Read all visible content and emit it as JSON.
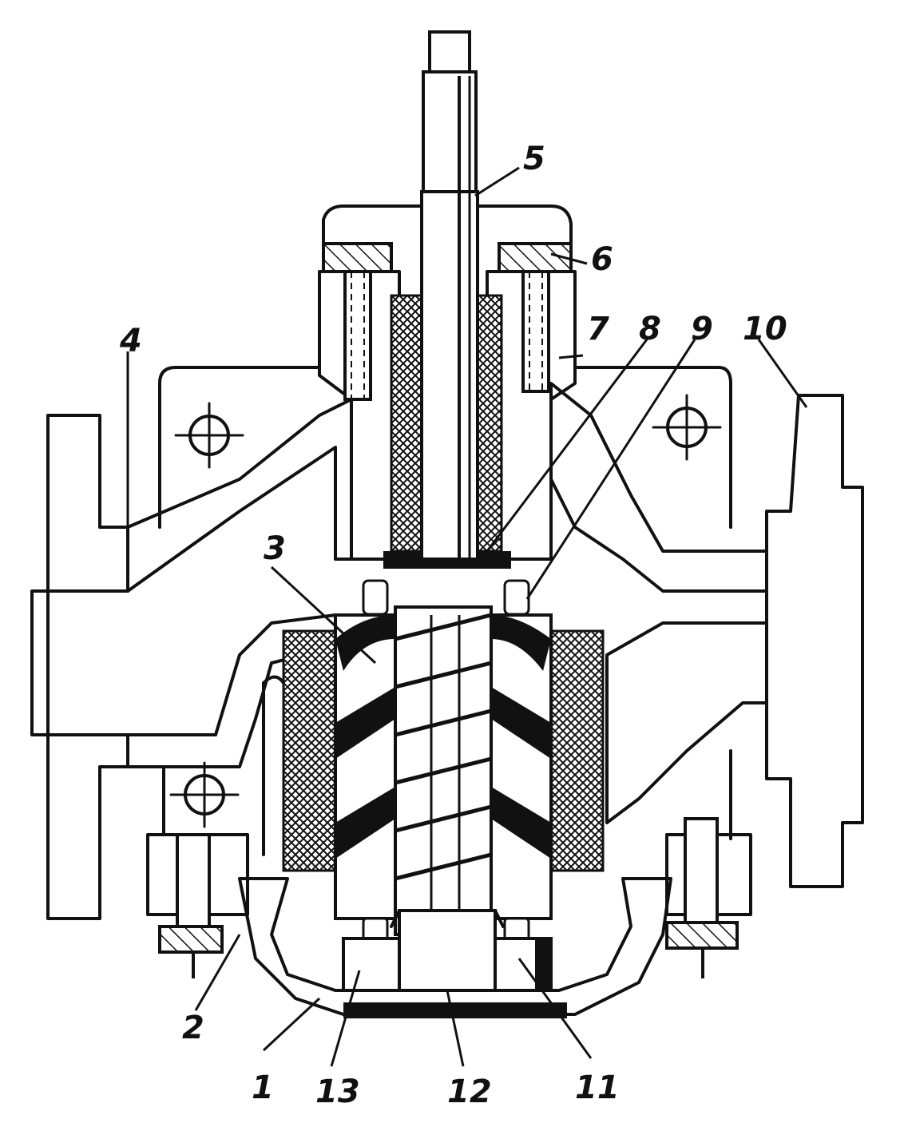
{
  "diagram": {
    "ink_color": "#111111",
    "paper_color": "#ffffff",
    "callouts": [
      "1",
      "2",
      "3",
      "4",
      "5",
      "6",
      "7",
      "8",
      "9",
      "10",
      "11",
      "12",
      "13"
    ]
  }
}
